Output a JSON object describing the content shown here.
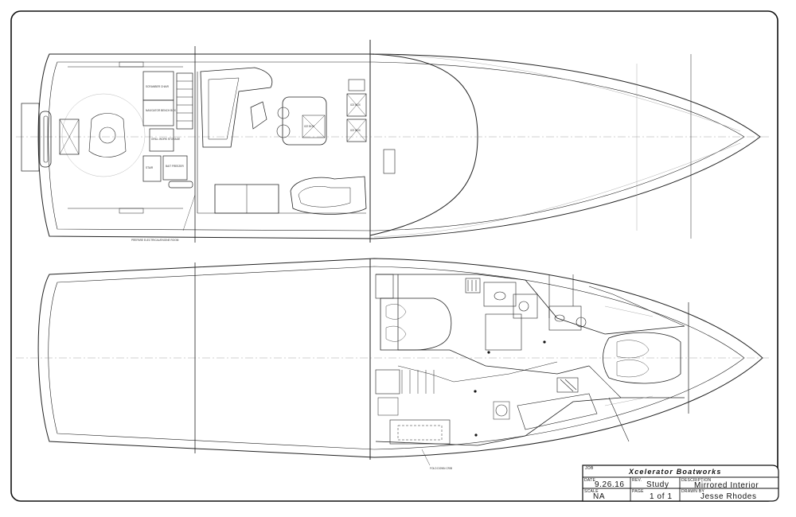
{
  "title_block": {
    "job_label": "JOB",
    "company": "Xcelerator Boatworks",
    "date_label": "DATE",
    "date_value": "9.26.16",
    "rev_label": "REV.",
    "rev_value": "Study",
    "description_label": "DESCRIPTION",
    "description_value": "Mirrored Interior",
    "scale_label": "SCALE",
    "scale_value": "NA",
    "page_label": "PAGE",
    "page_value": "1 of 1",
    "drawn_by_label": "DRAWN BY",
    "drawn_by_value": "Jesse Rhodes"
  },
  "deck_plan": {
    "labels": {
      "l1": "SCRAMBER CHAIR",
      "l2": "NAVIGATOR BENCH BOX",
      "l3": "GRILL WORK STORAGE",
      "l4": "STAIR",
      "l5": "BAIT FREEZER",
      "l6": "ICE BOX",
      "l7": "ICE BOX",
      "l8": "ICE BOX",
      "l9": "PREPARE ELECTRICAL/ENGINE ROOM"
    }
  },
  "interior_plan": {
    "labels": {
      "c1": "FOLD DOWN CRIB"
    }
  }
}
